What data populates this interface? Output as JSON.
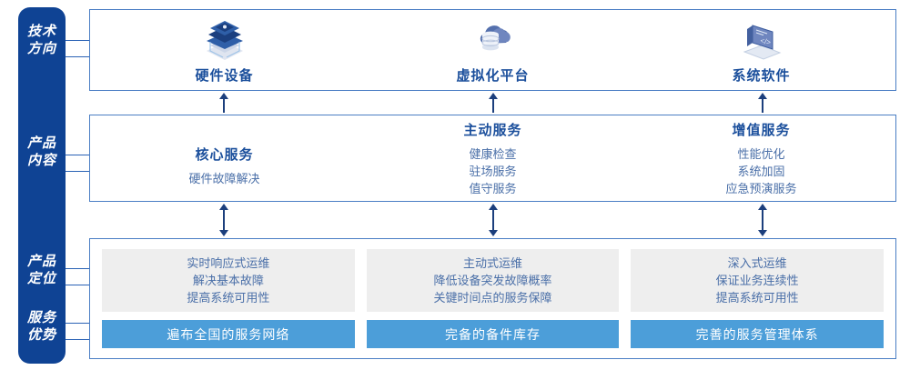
{
  "sidebar": {
    "items": [
      {
        "name": "tech-direction",
        "lines": [
          "技术",
          "方向"
        ]
      },
      {
        "name": "product-content",
        "lines": [
          "产品",
          "内容"
        ]
      },
      {
        "name": "product-position",
        "lines": [
          "产品",
          "定位"
        ]
      },
      {
        "name": "service-advantage",
        "lines": [
          "服务",
          "优势"
        ]
      }
    ],
    "color": "#0f4394"
  },
  "tech": {
    "columns": [
      {
        "icon": "server-stack-icon",
        "label": "硬件设备"
      },
      {
        "icon": "cloud-database-icon",
        "label": "虚拟化平台"
      },
      {
        "icon": "laptop-code-icon",
        "label": "系统软件"
      }
    ]
  },
  "content": {
    "columns": [
      {
        "title": "核心服务",
        "items": [
          "硬件故障解决"
        ]
      },
      {
        "title": "主动服务",
        "items": [
          "健康检查",
          "驻场服务",
          "值守服务"
        ]
      },
      {
        "title": "增值服务",
        "items": [
          "性能优化",
          "系统加固",
          "应急预演服务"
        ]
      }
    ]
  },
  "positioning": {
    "columns": [
      {
        "lines": [
          "实时响应式运维",
          "解决基本故障",
          "提高系统可用性"
        ]
      },
      {
        "lines": [
          "主动式运维",
          "降低设备突发故障概率",
          "关键时间点的服务保障"
        ]
      },
      {
        "lines": [
          "深入式运维",
          "保证业务连续性",
          "提高系统可用性"
        ]
      }
    ]
  },
  "advantages": {
    "items": [
      "遍布全国的服务网络",
      "完备的备件库存",
      "完善的服务管理体系"
    ],
    "color": "#4c9ed9"
  },
  "colors": {
    "accent_dark": "#0f4394",
    "accent_mid": "#1b4f9c",
    "accent_light": "#4c9ed9",
    "box_border": "#4a7ec4",
    "grey_panel": "#eeeeee",
    "body_text": "#4a6fa8"
  }
}
